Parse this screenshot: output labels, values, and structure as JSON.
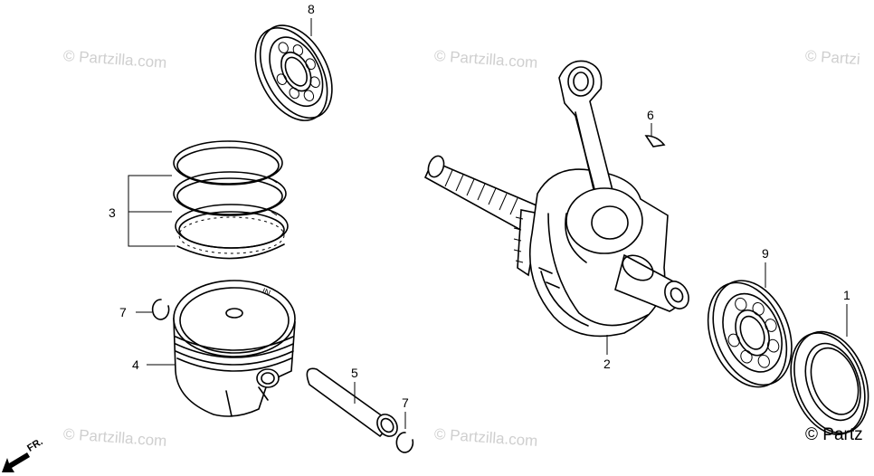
{
  "watermarks": [
    "© Partzilla.com",
    "© Partzilla.com",
    "© Partzi",
    "© Partzilla.com",
    "© Partzilla.com"
  ],
  "corner_copyright": "© Partz",
  "front_indicator": "FR.",
  "piston_crown_mark": "IN",
  "callouts": [
    {
      "id": "bearing-top",
      "number": "8"
    },
    {
      "id": "piston-rings",
      "number": "3"
    },
    {
      "id": "clip-left",
      "number": "7"
    },
    {
      "id": "piston",
      "number": "4"
    },
    {
      "id": "piston-pin",
      "number": "5"
    },
    {
      "id": "clip-right",
      "number": "7"
    },
    {
      "id": "key",
      "number": "6"
    },
    {
      "id": "crankshaft",
      "number": "2"
    },
    {
      "id": "bearing-right",
      "number": "9"
    },
    {
      "id": "oil-seal",
      "number": "1"
    }
  ],
  "colors": {
    "line": "#000000",
    "watermark": "#cfcfcf",
    "background": "#ffffff"
  }
}
